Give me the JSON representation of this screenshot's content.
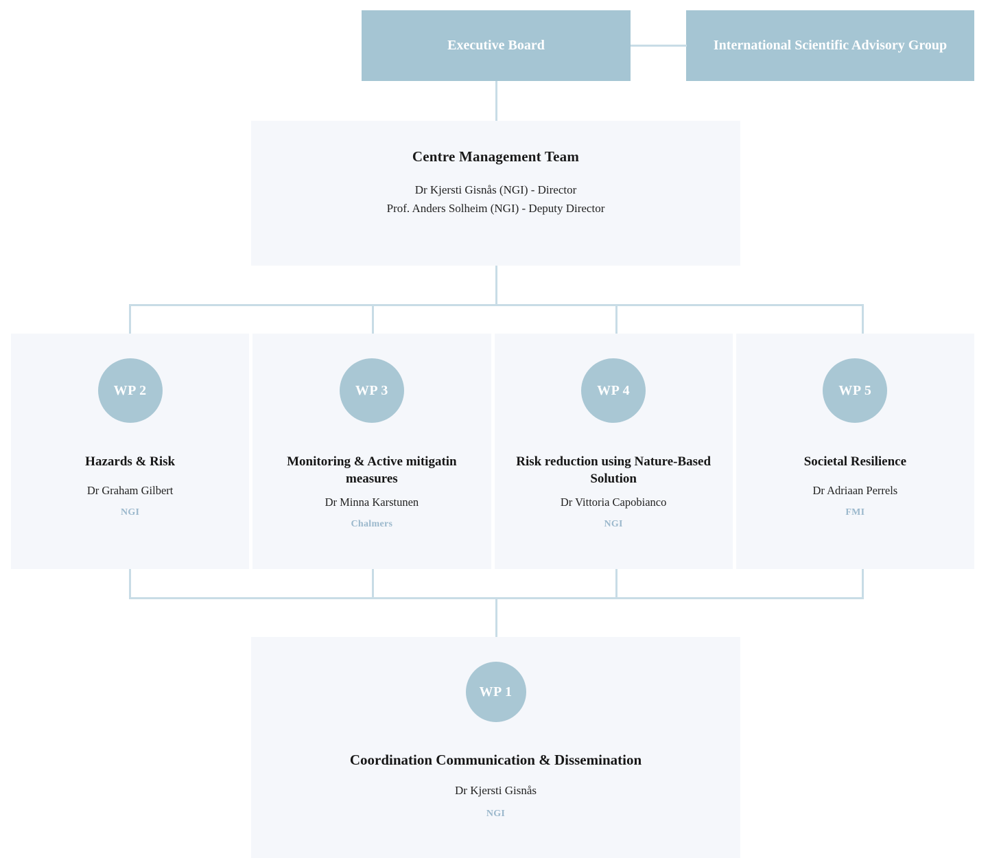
{
  "top": {
    "executive_board": "Executive Board",
    "advisory_group": "International Scientific Advisory Group"
  },
  "management": {
    "title": "Centre Management Team",
    "director": "Dr Kjersti Gisnås (NGI) - Director",
    "deputy_director": "Prof. Anders Solheim (NGI) - Deputy Director"
  },
  "work_packages": [
    {
      "badge": "WP 2",
      "title": "Hazards & Risk",
      "lead": "Dr Graham Gilbert",
      "affiliation": "NGI"
    },
    {
      "badge": "WP 3",
      "title": "Monitoring & Active mitigatin measures",
      "lead": "Dr Minna Karstunen",
      "affiliation": "Chalmers"
    },
    {
      "badge": "WP 4",
      "title": "Risk reduction using Nature-Based Solution",
      "lead": "Dr Vittoria Capobianco",
      "affiliation": "NGI"
    },
    {
      "badge": "WP 5",
      "title": "Societal Resilience",
      "lead": "Dr Adriaan Perrels",
      "affiliation": "FMI"
    }
  ],
  "wp1": {
    "badge": "WP 1",
    "title": "Coordination Communication & Dissemination",
    "lead": "Dr Kjersti Gisnås",
    "affiliation": "NGI"
  },
  "colors": {
    "header_box": "#a5c5d3",
    "panel_background": "#f5f7fb",
    "badge_circle": "#a9c7d4",
    "connector_line": "#c8dce6",
    "affiliation_text": "#9bb8cc"
  }
}
